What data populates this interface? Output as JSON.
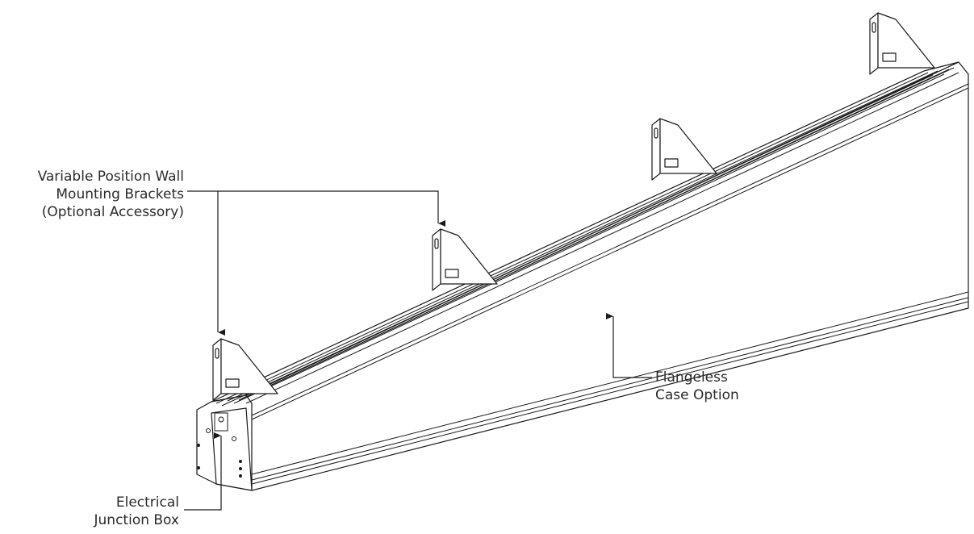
{
  "callouts": {
    "brackets": {
      "line1": "Variable Position Wall",
      "line2": "Mounting Brackets",
      "line3": "(Optional Accessory)"
    },
    "case": {
      "line1": "Flangeless",
      "line2": "Case Option"
    },
    "junction_box": {
      "line1": "Electrical",
      "line2": "Junction Box"
    }
  },
  "colors": {
    "line": "#1a1a1a",
    "fill": "#ffffff",
    "text": "#2a2a2a"
  }
}
